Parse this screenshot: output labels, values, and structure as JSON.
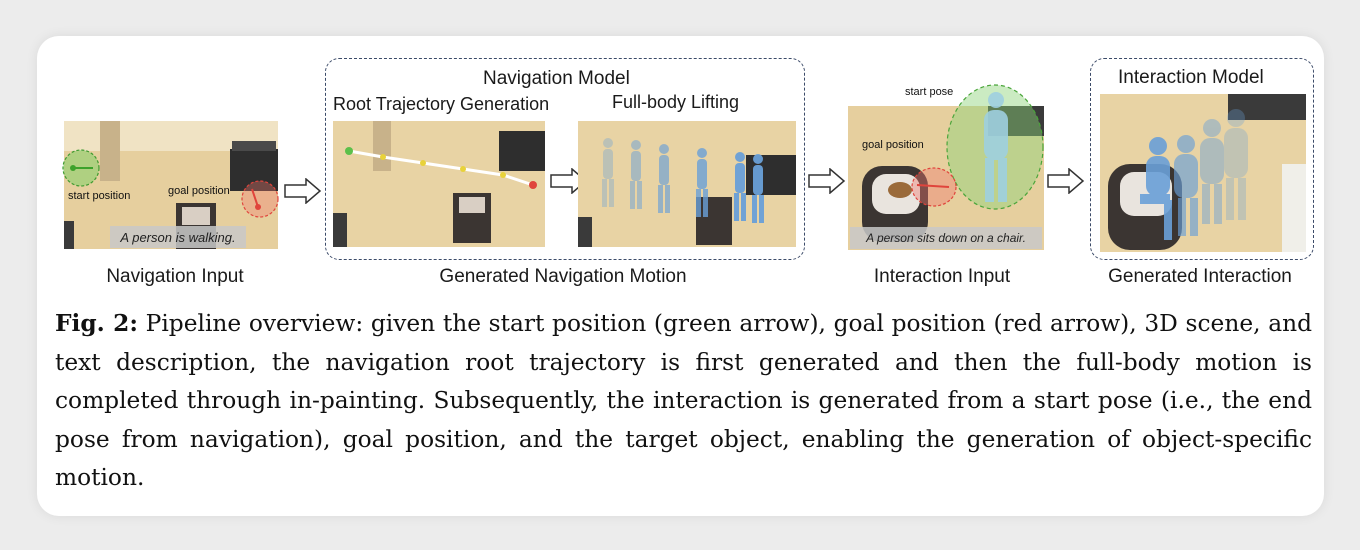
{
  "panels": {
    "navigation_input": {
      "label": "Navigation Input",
      "start_label": "start position",
      "goal_label": "goal position",
      "text_prompt": "A person is walking."
    },
    "navigation_model": {
      "title": "Navigation Model",
      "left_title": "Root Trajectory Generation",
      "right_title": "Full-body Lifting",
      "output_label": "Generated Navigation Motion"
    },
    "interaction_input": {
      "label": "Interaction Input",
      "start_pose_label": "start pose",
      "goal_label": "goal position",
      "text_prompt": "A person sits down on a chair."
    },
    "interaction_model": {
      "title": "Interaction Model",
      "output_label": "Generated Interaction"
    }
  },
  "caption": {
    "prefix": "Fig. 2:",
    "text": "Pipeline overview: given the start position (green arrow), goal position (red arrow), 3D scene, and text description, the navigation root trajectory is first generated and then the full-body motion is completed through in-painting. Subsequently, the interaction is generated from a start pose (i.e., the end pose from navigation), goal position, and the target object, enabling the generation of object-specific motion."
  },
  "colors": {
    "floor": "#e8d3a4",
    "start_marker": "#5cc04a",
    "goal_marker": "#e0443c",
    "human": "#6aa0d8",
    "dashed_border": "#3b4a68"
  }
}
